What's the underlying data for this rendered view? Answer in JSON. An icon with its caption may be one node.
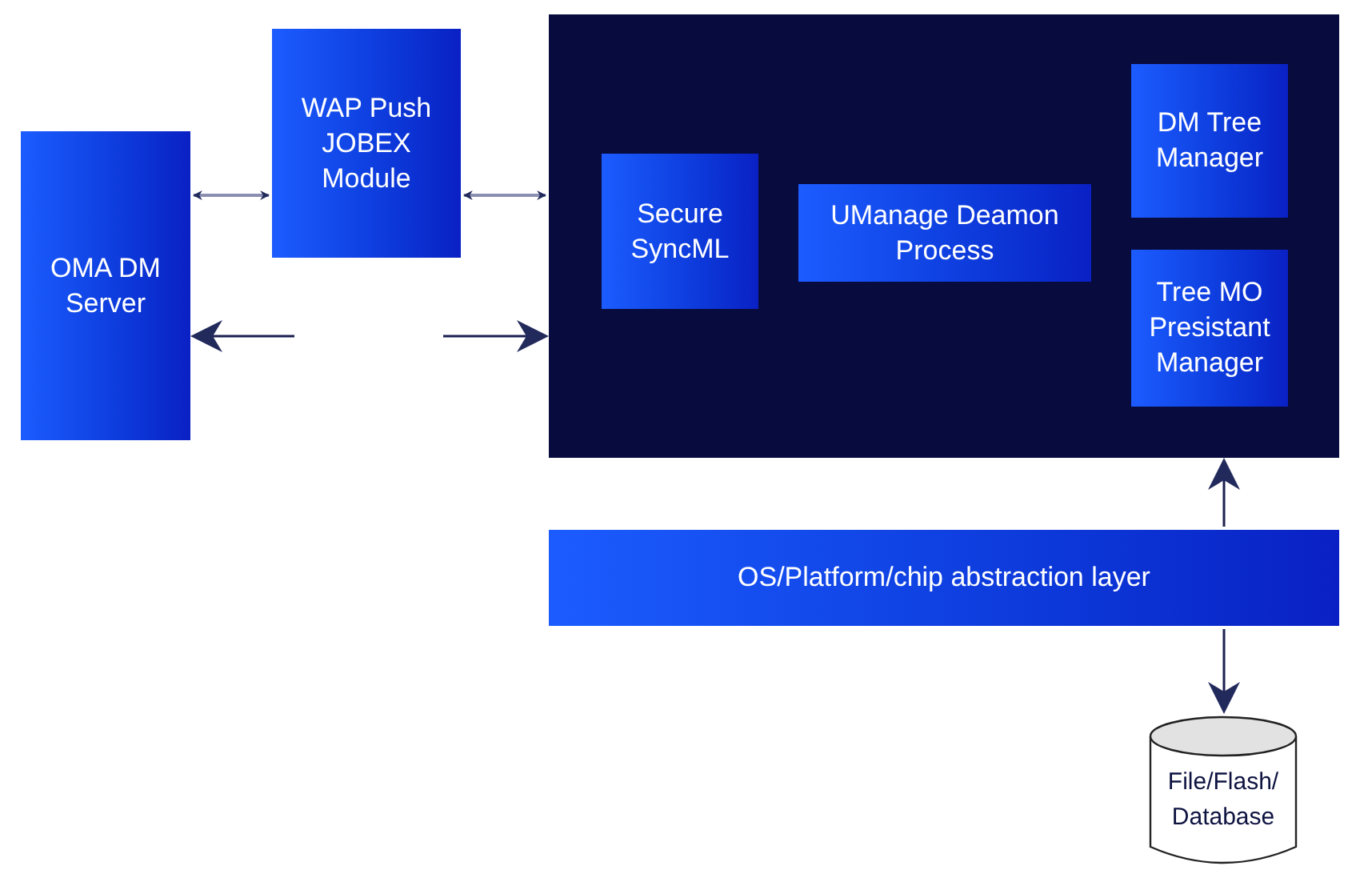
{
  "diagram": {
    "nodes": [
      {
        "text": [
          "OMA DM Server"
        ]
      },
      {
        "text": [
          "WAP Push JOBEX Module"
        ]
      },
      {
        "text": [],
        "shape": "box"
      },
      {
        "text": [
          "Secure SyncML"
        ],
        "in": 2
      },
      {
        "text": [
          "UManage Deamon Process"
        ],
        "in": 2
      },
      {
        "text": [
          "DM Tree Manager"
        ],
        "in": 2
      },
      {
        "text": [
          "Tree MO Presistant Manager"
        ],
        "in": 2
      },
      {
        "text": [
          "OS/Platform/chip abstraction layer"
        ]
      },
      {
        "text": [
          "File/Flash/ Database"
        ]
      }
    ],
    "edges": [
      {
        "from": 1,
        "to": 0,
        "arrow": "both",
        "color": "#8a8fb0"
      },
      {
        "from": 1,
        "to": 2,
        "arrow": "both",
        "color": "#8a8fb0"
      },
      {
        "from": null,
        "to": 0,
        "arrow": "to"
      },
      {
        "from": null,
        "to": 2,
        "arrow": "to"
      },
      {
        "from": 7,
        "to": 2,
        "arrow": "to"
      },
      {
        "from": 7,
        "to": 8,
        "arrow": "to"
      }
    ]
  }
}
